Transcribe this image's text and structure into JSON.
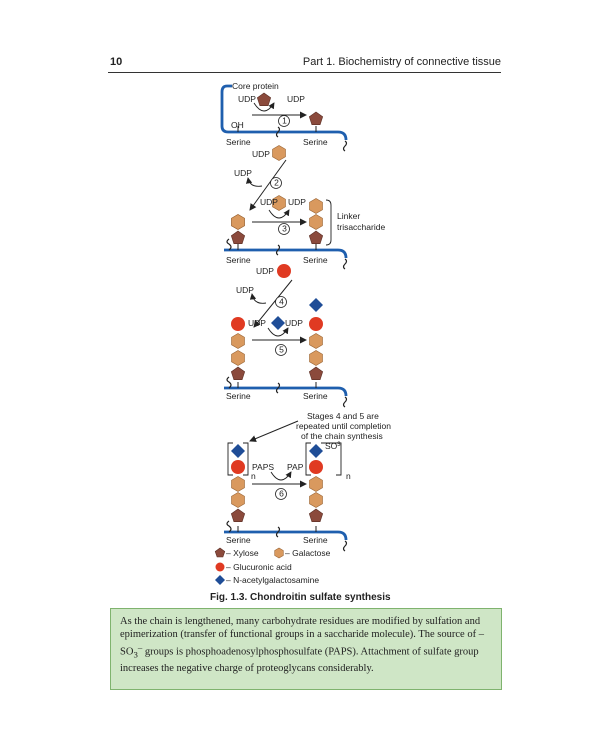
{
  "header": {
    "page_number": "10",
    "running_title": "Part 1. Biochemistry of connective tissue"
  },
  "figure": {
    "labels": {
      "core_protein": "Core protein",
      "udp": "UDP",
      "oh": "OH",
      "serine": "Serine",
      "linker_line1": "Linker",
      "linker_line2": "trisaccharide",
      "stage_note_line1": "Stages 4 and 5 are",
      "stage_note_line2": "repeated until completion",
      "stage_note_line3": "of the chain synthesis",
      "so3": "SO",
      "so3_sub": "3",
      "paps": "PAPS",
      "pap": "PAP",
      "n": "n"
    },
    "steps": [
      "1",
      "2",
      "3",
      "4",
      "5",
      "6"
    ],
    "legend": {
      "xylose": "– Xylose",
      "galactose": "– Galactose",
      "glucuronic_acid": "– Glucuronic acid",
      "n_acetylgalactosamine": "– N-acetylgalactosamine"
    },
    "colors": {
      "xylose": "#8b4a3c",
      "galactose": "#d9995e",
      "glucuronic_acid": "#e03a22",
      "n_acetylgalactosamine": "#1f4d97",
      "backbone": "#1f5fae"
    },
    "caption": "Fig. 1.3. Chondroitin sulfate synthesis"
  },
  "note": {
    "text_pre": "As the chain is lengthened, many carbohydrate residues are modified by sulfation and epimerization (transfer of functional groups in a saccharide molecule). The source of –SO",
    "text_sub": "3",
    "text_sup": "–",
    "text_post": " groups is phosphoadenosylphosphosulfate (PAPS). Attachment of sulfate group increases the negative charge of proteoglycans considerably."
  }
}
